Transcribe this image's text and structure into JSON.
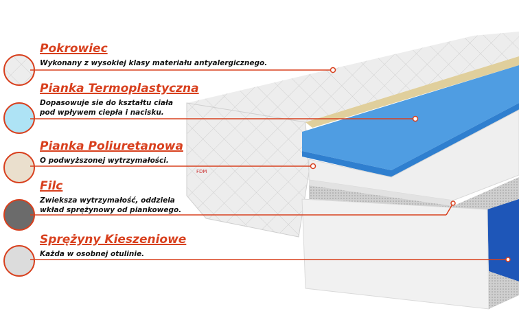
{
  "layers": [
    {
      "title": "Pokrowiec",
      "description": [
        "Wykonany z wysokiej klasy materiału antyalergicznego."
      ],
      "swatch_color": "#f2f2f2",
      "icon": "quilted-cover-swatch-icon"
    },
    {
      "title": "Pianka Termoplastyczna",
      "description": [
        "Dopasowuje sie do kształtu ciała",
        "pod wpływem  ciepła i nacisku."
      ],
      "swatch_color": "#aee3f5",
      "icon": "blue-foam-swatch-icon"
    },
    {
      "title": "Pianka Poliuretanowa",
      "description": [
        "O podwyższonej wytrzymałości."
      ],
      "swatch_color": "#eadfcd",
      "icon": "beige-foam-swatch-icon"
    },
    {
      "title": "Filc",
      "description": [
        "Zwieksza wytrzymałość, oddziela",
        "wkład sprężynowy od piankowego."
      ],
      "swatch_color": "#6b6b6b",
      "icon": "felt-swatch-icon"
    },
    {
      "title": "Sprężyny Kieszeniowe",
      "description": [
        "Każda w osobnej otulinie."
      ],
      "swatch_color": "#dcdcdc",
      "icon": "pocket-springs-swatch-icon"
    }
  ],
  "label_brand": "FDM",
  "colors": {
    "accent": "#d8401e",
    "blue_foam": "#4c9ae0",
    "springs": "#1e56b8"
  }
}
